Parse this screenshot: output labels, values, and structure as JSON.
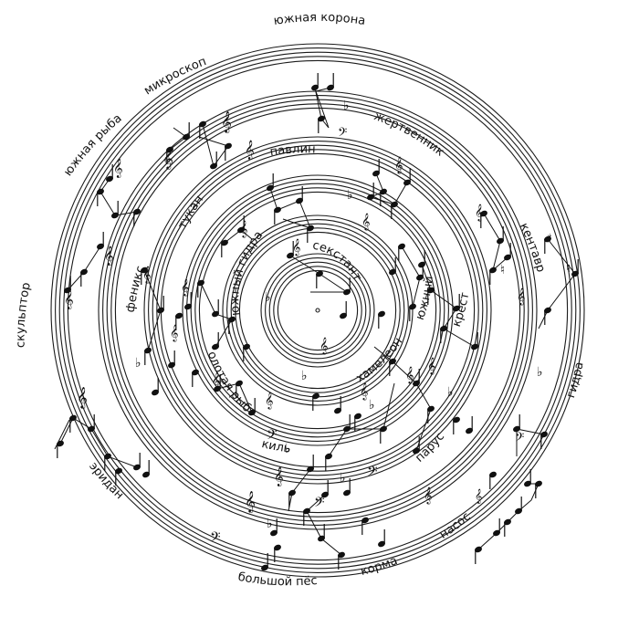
{
  "constellation_labels": [
    {
      "id": "yuzhnaya-korona",
      "text": "южная корона"
    },
    {
      "id": "mikroskop",
      "text": "микроскоп"
    },
    {
      "id": "yuzhnaya-ryba",
      "text": "южная рыба"
    },
    {
      "id": "skulptor",
      "text": "скульптор"
    },
    {
      "id": "eridan",
      "text": "эридан"
    },
    {
      "id": "bolshoy-pyos",
      "text": "большой пёс"
    },
    {
      "id": "korma",
      "text": "корма"
    },
    {
      "id": "nasos",
      "text": "насос"
    },
    {
      "id": "gidra",
      "text": "гидра"
    },
    {
      "id": "kentavr",
      "text": "кентавр"
    },
    {
      "id": "zhertvennik",
      "text": "жертвенник"
    },
    {
      "id": "pavlin",
      "text": "павлин"
    },
    {
      "id": "tukan",
      "text": "тукан"
    },
    {
      "id": "feniks",
      "text": "феникс"
    },
    {
      "id": "zolotaya-ryba",
      "text": "золотая рыба"
    },
    {
      "id": "kil",
      "text": "киль"
    },
    {
      "id": "parus",
      "text": "парус"
    },
    {
      "id": "krest",
      "text": "крест"
    },
    {
      "id": "yuzhny",
      "text": "южный"
    },
    {
      "id": "khameleon",
      "text": "хамелеон"
    },
    {
      "id": "yuzhny-gidra",
      "text": "южный гидра"
    },
    {
      "id": "sekstant",
      "text": "секстант"
    }
  ]
}
